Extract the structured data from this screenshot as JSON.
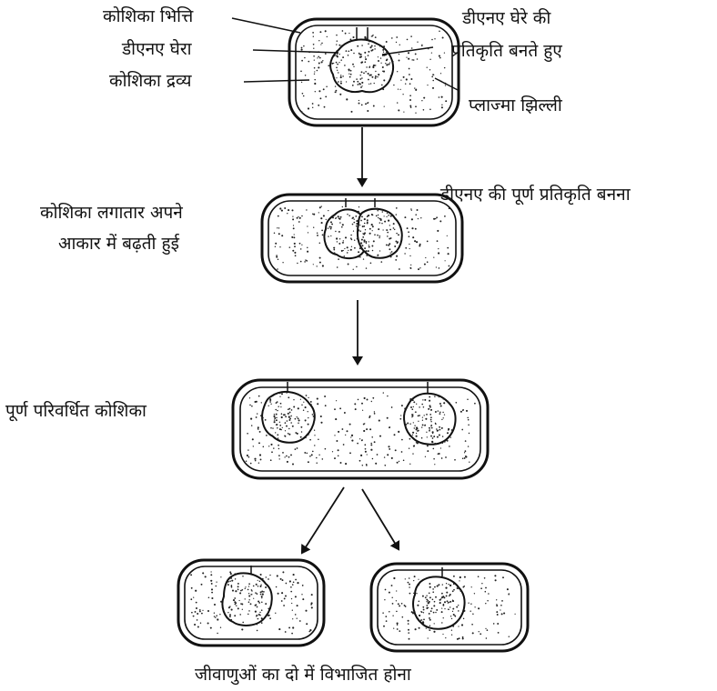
{
  "stage1": {
    "label_cell_wall": "कोशिका भित्ति",
    "label_dna_loop": "डीएनए घेरा",
    "label_cytoplasm": "कोशिका द्रव्य",
    "label_dna_replicating_line1": "डीएनए घेरे की",
    "label_dna_replicating_line2": "प्रतिकृति बनते हुए",
    "label_plasma_membrane": "प्लाज्मा झिल्ली"
  },
  "stage2": {
    "label_dna_full_replication": "डीएनए की पूर्ण प्रतिकृति बनना",
    "label_cell_growing_line1": "कोशिका लगातार अपने",
    "label_cell_growing_line2": "आकार में बढ़ती हुई"
  },
  "stage3": {
    "label_fully_grown_cell": "पूर्ण परिवर्धित कोशिका"
  },
  "stage4": {
    "label_binary_fission": "जीवाणुओं का दो में विभाजित होना"
  }
}
